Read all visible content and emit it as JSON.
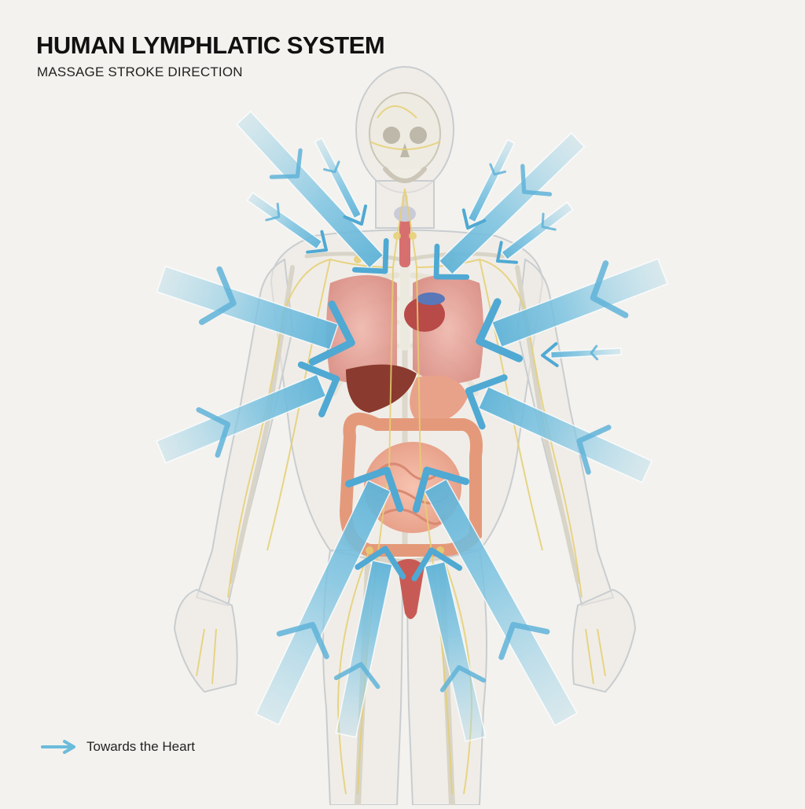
{
  "header": {
    "title": "HUMAN LYMPHLATIC SYSTEM",
    "subtitle": "MASSAGE STROKE DIRECTION"
  },
  "legend": {
    "label": "Towards the Heart",
    "icon": "arrow-right-icon"
  },
  "colors": {
    "background": "#f3f2ee",
    "arrow_fill": "#6bbbdc",
    "arrow_fill_light": "#a8d7ea",
    "lymph_vessels": "#e6cf72",
    "body_outline": "#cfd3d6",
    "bone": "#e9e6dc",
    "organ_red": "#c85a55",
    "organ_pink": "#e9a28a",
    "liver": "#8a3a2e",
    "trachea": "#d76f6f",
    "heart_blue": "#5a77b8"
  }
}
